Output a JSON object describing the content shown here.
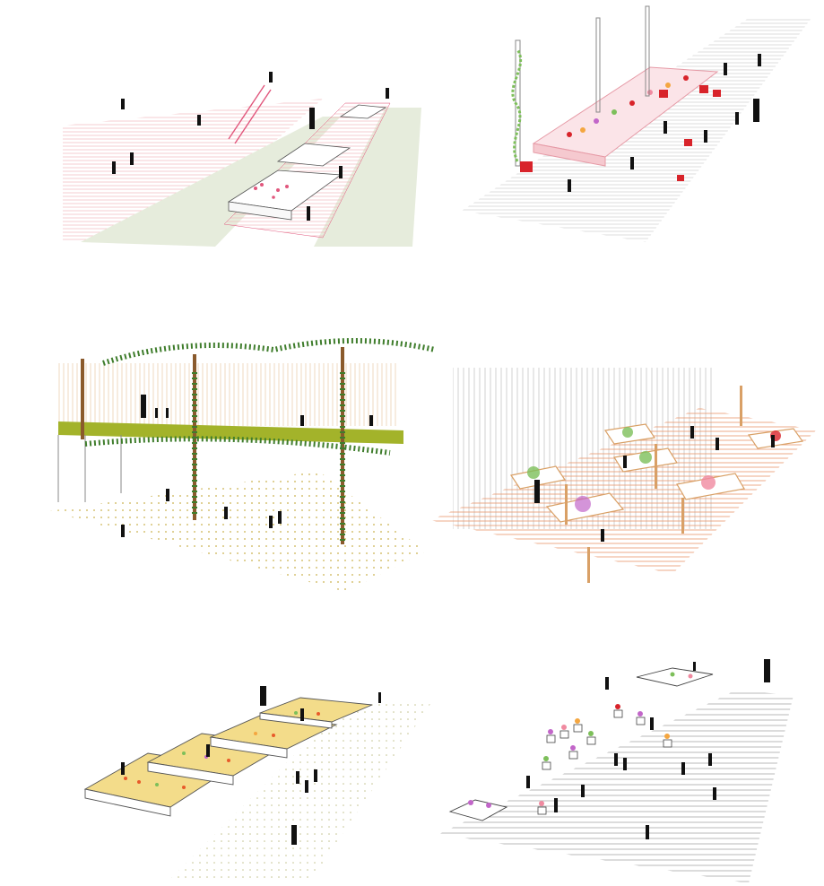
{
  "figure": {
    "panels": [
      {
        "id": "playground-planter",
        "palette": {
          "ground": "#f2b8bc",
          "lawn": "#e6ecdc",
          "accent": "#e1577d"
        }
      },
      {
        "id": "flower-bed-deck",
        "palette": {
          "ground": "#cfcfcf",
          "bed": "#f5c9cf",
          "pots": "#d8232a",
          "vine": "#7dbf5a"
        }
      },
      {
        "id": "pergola-terrace",
        "palette": {
          "floor": "#f0c56a",
          "terrace": "#a3b32a",
          "post": "#8a5a2c",
          "leaf": "#3f7d2c"
        }
      },
      {
        "id": "screen-wall-garden",
        "palette": {
          "deck": "#e8956a",
          "wall": "#bdbdbd",
          "bed": "#d9a066"
        }
      },
      {
        "id": "raised-beds-rows",
        "palette": {
          "soil": "#f3dc8a",
          "grid": "#d8d6a8",
          "tulip": "#e85a2a"
        }
      },
      {
        "id": "potted-market-steps",
        "palette": {
          "steps": "#9a9a9a",
          "pots": "#ffffff",
          "bloom": "#c266c9"
        }
      }
    ]
  }
}
